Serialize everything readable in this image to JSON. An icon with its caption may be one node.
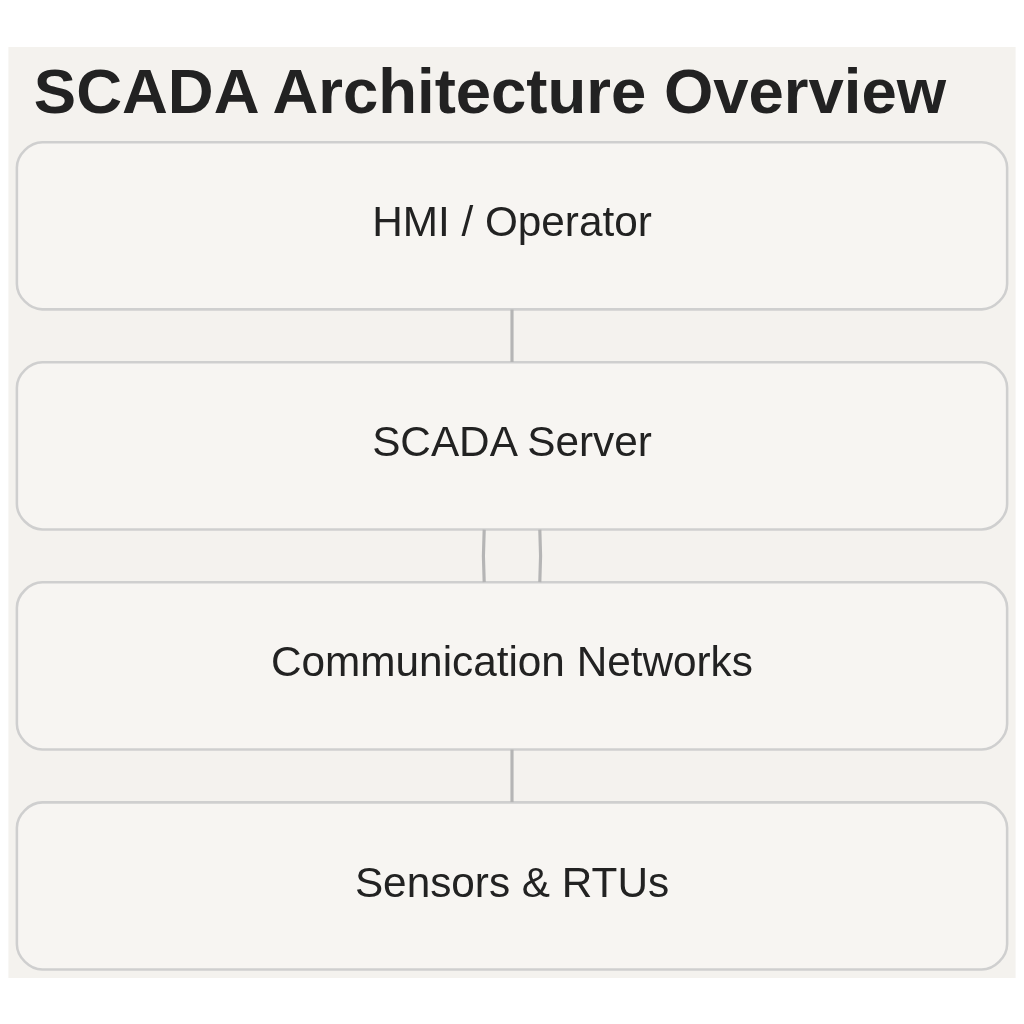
{
  "diagram": {
    "title": "SCADA Architecture Overview",
    "nodes": [
      {
        "text": [
          "HMI / Operator"
        ]
      },
      {
        "text": [
          "SCADA Server"
        ]
      },
      {
        "text": [
          "Communication Networks"
        ]
      },
      {
        "text": [
          "Sensors & RTUs"
        ]
      }
    ],
    "edges": [
      {
        "from": 0,
        "to": 1,
        "arrow": "none"
      },
      {
        "from": 1,
        "to": 2,
        "arrow": "none"
      },
      {
        "from": 1,
        "to": 2,
        "arrow": "none"
      },
      {
        "from": 2,
        "to": 3,
        "arrow": "none"
      }
    ]
  }
}
